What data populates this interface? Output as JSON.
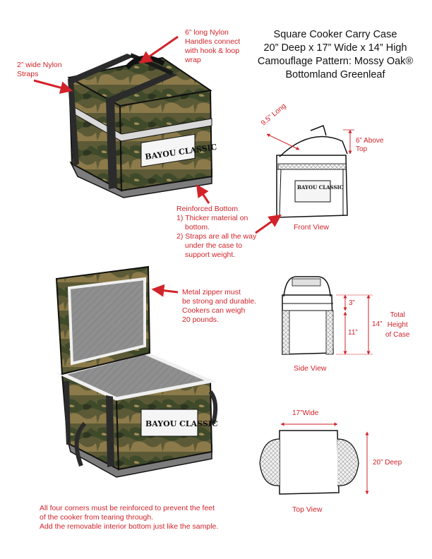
{
  "title": {
    "line1": "Square Cooker Carry Case",
    "line2": "20” Deep x 17” Wide x 14” High",
    "line3": "Camouflage Pattern: Mossy Oak®",
    "line4": "Bottomland Greenleaf"
  },
  "callouts": {
    "straps": [
      "2” wide Nylon",
      "Straps"
    ],
    "handles": [
      "6” long Nylon",
      "Handles connect",
      "with hook & loop",
      "wrap"
    ],
    "bottom": {
      "heading": "Reinforced Bottom",
      "items": [
        "1) Thicker material on",
        "bottom.",
        "2) Straps are all the way",
        "under the case to",
        "support weight."
      ]
    },
    "zipper": [
      "Metal zipper must",
      "be strong and durable.",
      "Cookers can weigh",
      "20 pounds."
    ],
    "footer": [
      "All four corners must be reinforced to prevent the feet",
      "of the cooker from tearing through.",
      "Add the removable interior bottom just like the sample."
    ]
  },
  "front_view": {
    "label": "Front View",
    "handle_length": "9.5” Long",
    "above_top": [
      "6” Above",
      "Top"
    ]
  },
  "side_view": {
    "label": "Side View",
    "dim_top": "3”",
    "dim_body": "11”",
    "dim_total": "14”",
    "total_label": [
      "Total",
      "Height",
      "of Case"
    ]
  },
  "top_view": {
    "label": "Top View",
    "width": "17”Wide",
    "depth": "20” Deep"
  },
  "brand_logo": "BAYOU CLASSIC",
  "colors": {
    "accent": "#d2232a",
    "camo_dark": "#3f4a2a",
    "camo_mid": "#6b6a3e",
    "camo_light": "#8c7a4a",
    "strap": "#2b2b2b",
    "base": "#7d7d7d"
  }
}
